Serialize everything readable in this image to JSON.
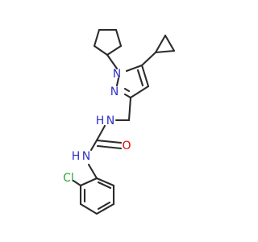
{
  "structure": {
    "atom_labels": {
      "n1": "N",
      "n2": "N",
      "nh_upper": "N",
      "nh_upper_h": "H",
      "nh_lower": "N",
      "nh_lower_h": "H",
      "oxygen": "O",
      "chlorine": "Cl"
    },
    "colors": {
      "bond": "#2b2b2b",
      "nitrogen": "#3030c8",
      "oxygen": "#e00000",
      "chlorine": "#2fa52f",
      "background": "#ffffff"
    }
  }
}
